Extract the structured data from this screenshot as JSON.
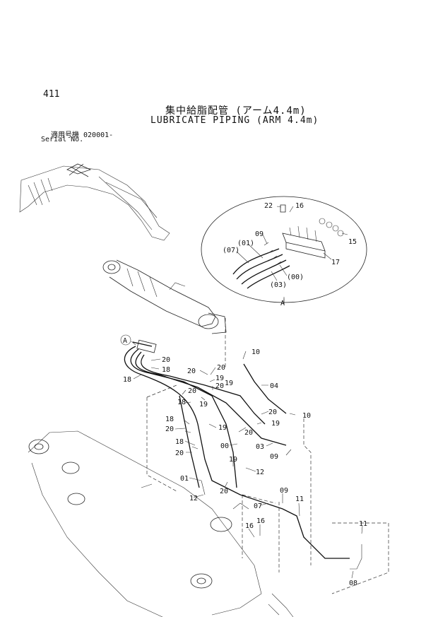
{
  "header": {
    "page_number": "411",
    "title_jp": "集中給脂配管 (アーム4.4m)",
    "title_en": "LUBRICATE PIPING (ARM 4.4m)",
    "serial_jp": "適用号機  020001-",
    "serial_en": "Serial No."
  },
  "detail": {
    "view_label": "A",
    "callouts": [
      "22",
      "16",
      "09",
      "(01)",
      "(07)",
      "15",
      "17",
      "(00)",
      "(03)"
    ]
  },
  "main_callouts": [
    "A",
    "10",
    "20",
    "18",
    "20",
    "20",
    "18",
    "19",
    "04",
    "20",
    "19",
    "18",
    "20",
    "19",
    "20",
    "10",
    "19",
    "18",
    "20",
    "19",
    "20",
    "00",
    "03",
    "18",
    "20",
    "09",
    "19",
    "12",
    "01",
    "20",
    "09",
    "12",
    "07",
    "11",
    "16",
    "16",
    "11",
    "08"
  ]
}
